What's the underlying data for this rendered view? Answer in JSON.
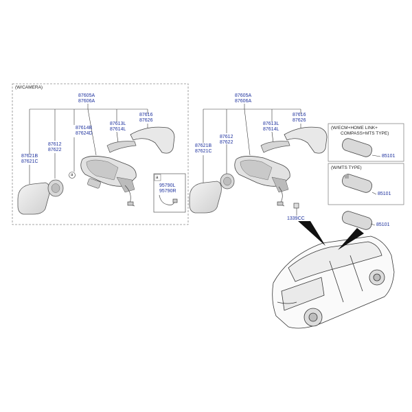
{
  "left_group": {
    "title": "(W/CAMERA)",
    "housing": [
      "87605A",
      "87606A"
    ],
    "cover": [
      "87616",
      "87626"
    ],
    "lamp": [
      "87613L",
      "87614L"
    ],
    "motor": [
      "87614B",
      "87624D"
    ],
    "holder": [
      "87612",
      "87622"
    ],
    "glass": [
      "87621B",
      "87621C"
    ],
    "callout": "a",
    "detail_callout": "a",
    "detail_part": [
      "95790L",
      "95790R"
    ]
  },
  "middle_group": {
    "housing": [
      "87605A",
      "87606A"
    ],
    "cover": [
      "87616",
      "87626"
    ],
    "lamp": [
      "87613L",
      "87614L"
    ],
    "holder": [
      "87612",
      "87622"
    ],
    "glass": [
      "87621B",
      "87621C"
    ],
    "clip": "1339CC"
  },
  "inside_mirrors": [
    {
      "heading": [
        "(W/ECM+HOME LINK+",
        "COMPASS+MTS TYPE)"
      ],
      "part": "85101"
    },
    {
      "heading": [
        "(W/MTS TYPE)"
      ],
      "part": "85101"
    },
    {
      "heading": [],
      "part": "85101"
    }
  ],
  "colors": {
    "label": "#1a2e9c",
    "line": "#333333",
    "dashed": "#888888",
    "part_fill": "#e6e6e6"
  }
}
